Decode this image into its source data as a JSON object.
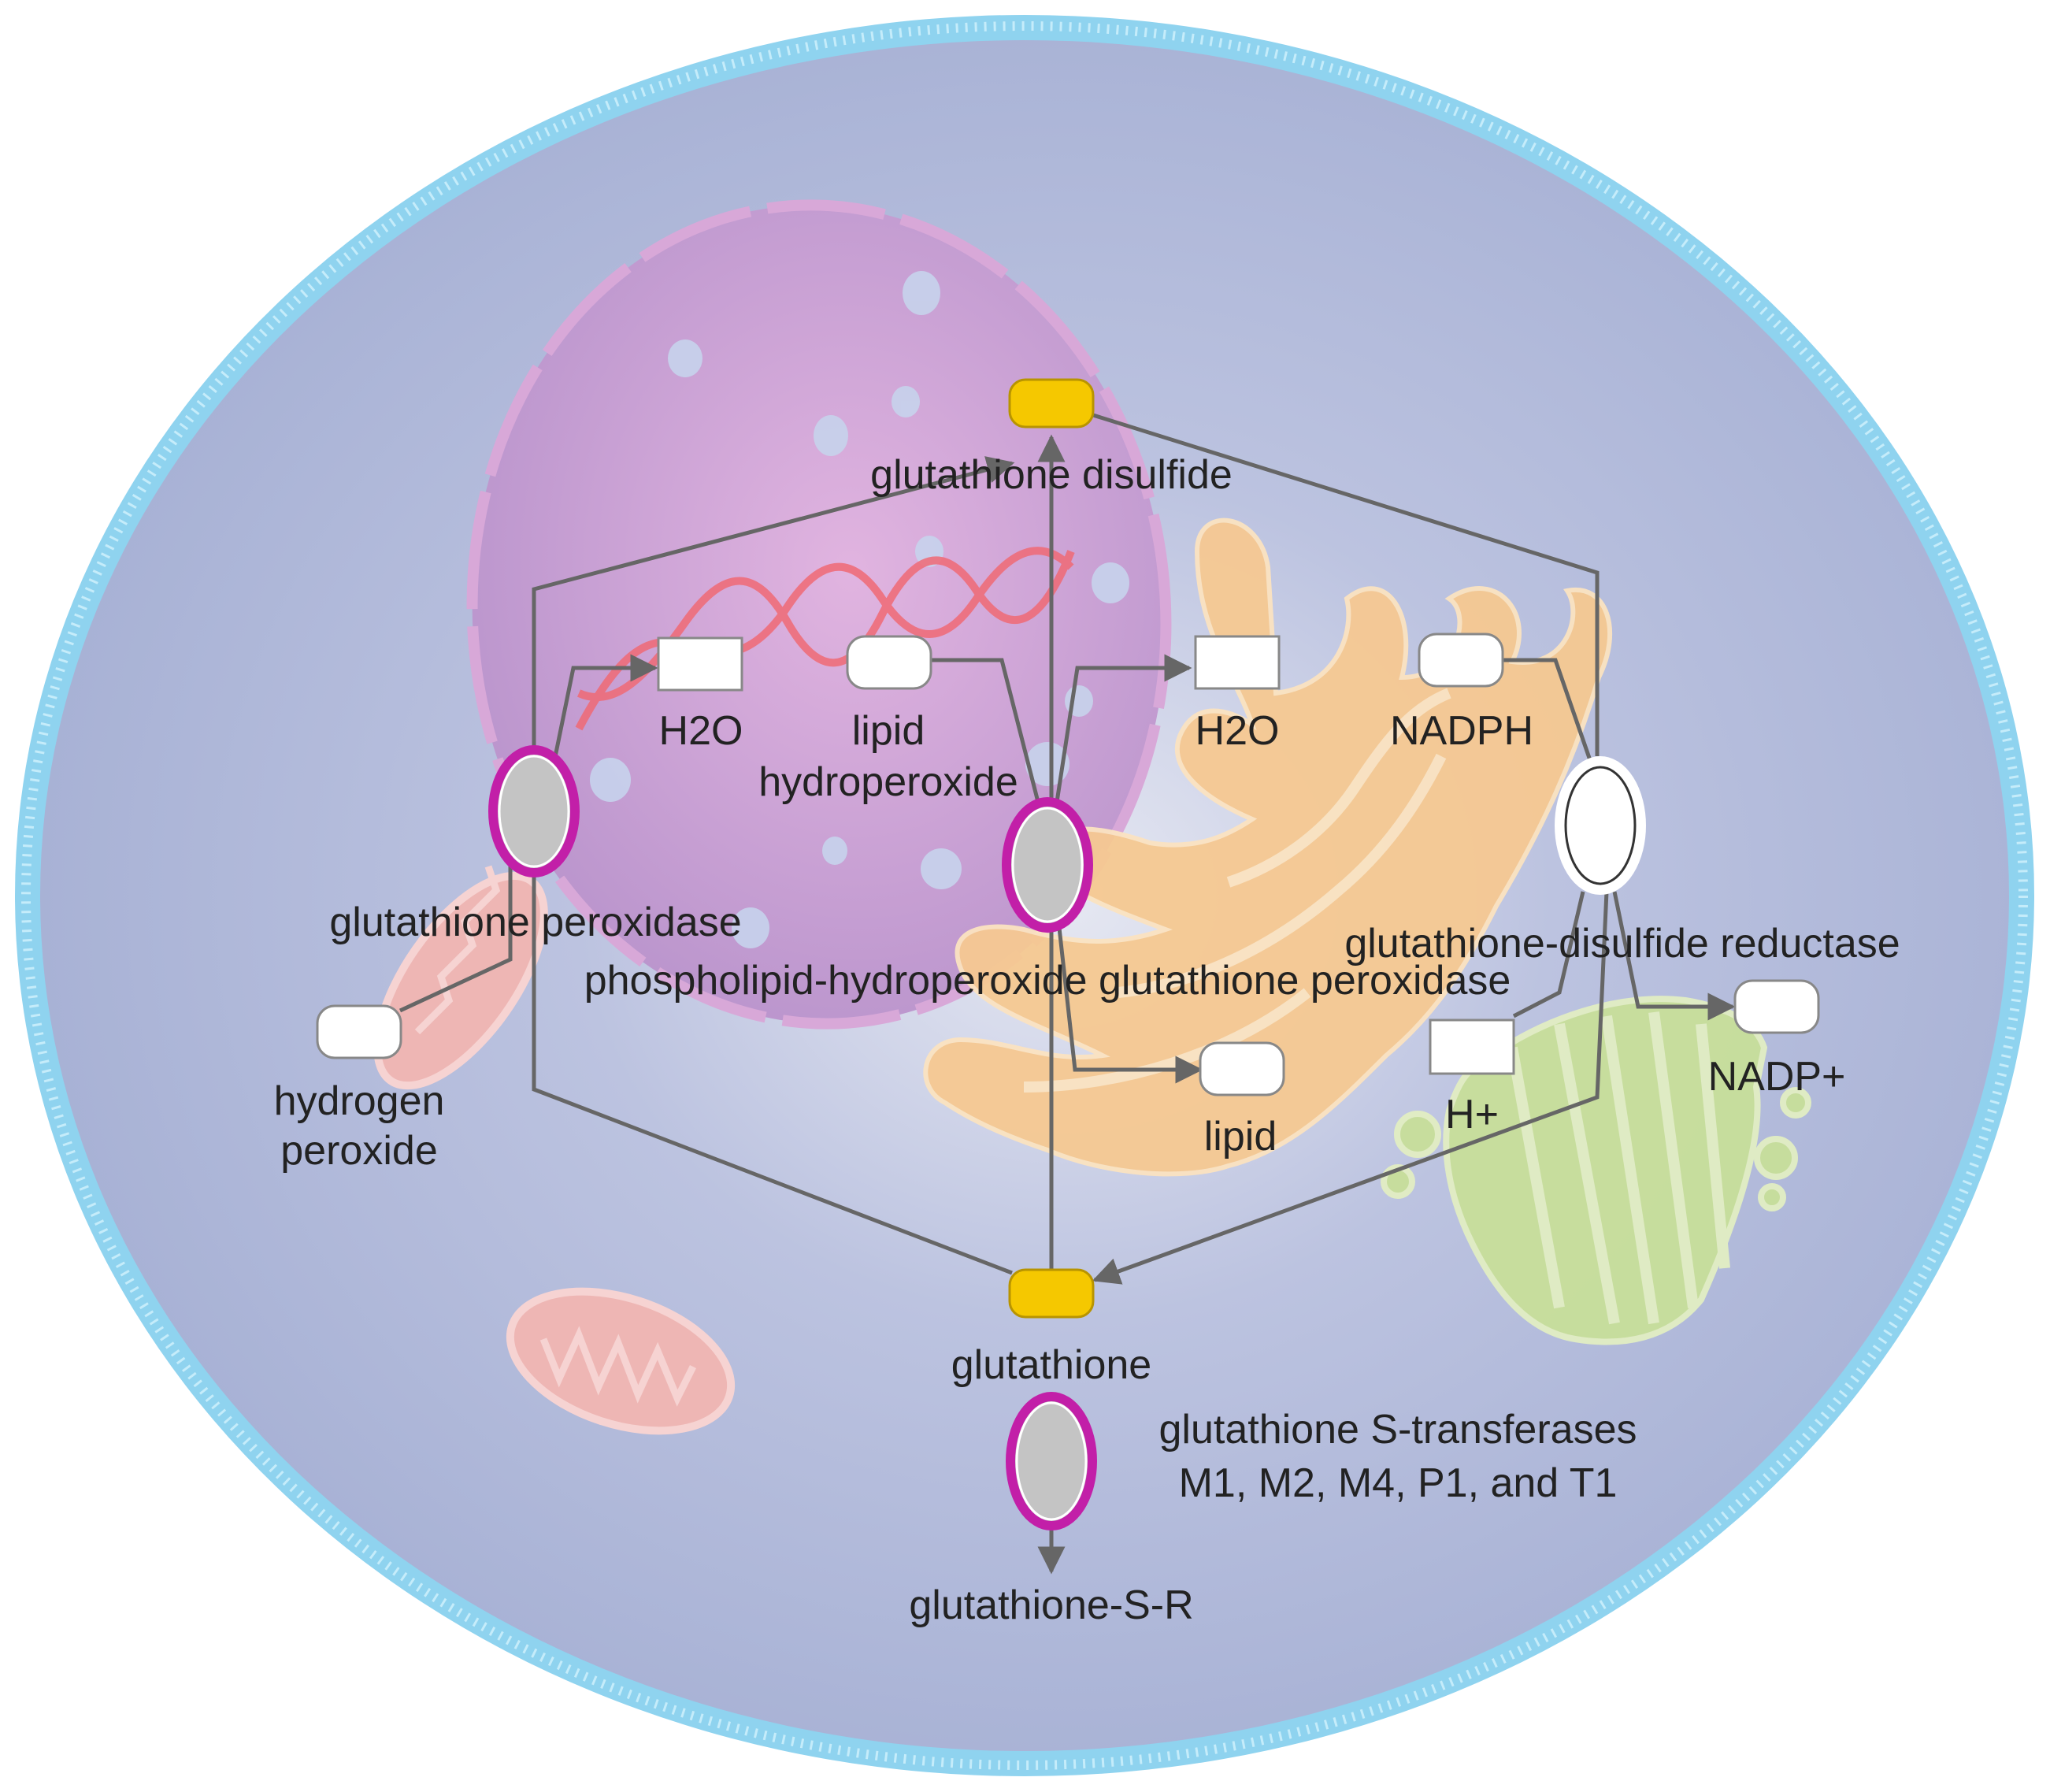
{
  "colors": {
    "cell_fill": "#a9b3d6",
    "cell_membrane": "#8fd3ef",
    "nucleus": "#c8a3d6",
    "er": "#f6c992",
    "golgi": "#c8df9a",
    "mitochondrion": "#eeb6b4",
    "dna": "#f06a75",
    "enzyme_ring": "#c21fa8",
    "enzyme_fill": "#c4c4c4",
    "glutathione_node": "#f5c800",
    "edge": "#666666"
  },
  "labels": {
    "glutathione_disulfide": "glutathione disulfide",
    "h2o_left": "H2O",
    "lipid_hydroperoxide_line1": "lipid",
    "lipid_hydroperoxide_line2": "hydroperoxide",
    "h2o_right": "H2O",
    "nadph": "NADPH",
    "glutathione_peroxidase": "glutathione peroxidase",
    "phospholipid_gpx": "phospholipid-hydroperoxide glutathione peroxidase",
    "gsr": "glutathione-disulfide reductase",
    "hydrogen_peroxide_line1": "hydrogen",
    "hydrogen_peroxide_line2": "peroxide",
    "lipid": "lipid",
    "h_plus": "H+",
    "nadp_plus": "NADP+",
    "glutathione": "glutathione",
    "gst_line1": "glutathione S-transferases",
    "gst_line2": "M1, M2, M4, P1, and T1",
    "glutathione_s_r": "glutathione-S-R"
  },
  "nodes": [
    {
      "id": "glutathione-disulfide",
      "kind": "metabolite-key"
    },
    {
      "id": "glutathione",
      "kind": "metabolite-key"
    },
    {
      "id": "hydrogen-peroxide",
      "kind": "metabolite"
    },
    {
      "id": "h2o-left",
      "kind": "small-molecule"
    },
    {
      "id": "lipid-hydroperoxide",
      "kind": "metabolite"
    },
    {
      "id": "h2o-right",
      "kind": "small-molecule"
    },
    {
      "id": "nadph",
      "kind": "metabolite"
    },
    {
      "id": "lipid",
      "kind": "metabolite"
    },
    {
      "id": "h-plus",
      "kind": "small-molecule"
    },
    {
      "id": "nadp-plus",
      "kind": "metabolite"
    },
    {
      "id": "glutathione-peroxidase",
      "kind": "enzyme"
    },
    {
      "id": "phospholipid-hydroperoxide-glutathione-peroxidase",
      "kind": "enzyme"
    },
    {
      "id": "glutathione-disulfide-reductase",
      "kind": "enzyme"
    },
    {
      "id": "glutathione-s-transferases",
      "kind": "enzyme"
    },
    {
      "id": "glutathione-s-r",
      "kind": "product"
    }
  ],
  "edges": [
    {
      "from": "hydrogen-peroxide",
      "to": "glutathione-peroxidase"
    },
    {
      "from": "glutathione-peroxidase",
      "to": "h2o-left"
    },
    {
      "from": "glutathione-peroxidase",
      "to": "glutathione-disulfide"
    },
    {
      "from": "glutathione",
      "to": "glutathione-peroxidase"
    },
    {
      "from": "lipid-hydroperoxide",
      "to": "phospholipid-hydroperoxide-glutathione-peroxidase"
    },
    {
      "from": "phospholipid-hydroperoxide-glutathione-peroxidase",
      "to": "h2o-right"
    },
    {
      "from": "phospholipid-hydroperoxide-glutathione-peroxidase",
      "to": "lipid"
    },
    {
      "from": "glutathione",
      "to": "glutathione-disulfide"
    },
    {
      "from": "glutathione-disulfide",
      "to": "glutathione-disulfide-reductase"
    },
    {
      "from": "nadph",
      "to": "glutathione-disulfide-reductase"
    },
    {
      "from": "h-plus",
      "to": "glutathione-disulfide-reductase"
    },
    {
      "from": "glutathione-disulfide-reductase",
      "to": "nadp-plus"
    },
    {
      "from": "glutathione-disulfide-reductase",
      "to": "glutathione"
    },
    {
      "from": "glutathione-s-transferases",
      "to": "glutathione-s-r"
    }
  ]
}
